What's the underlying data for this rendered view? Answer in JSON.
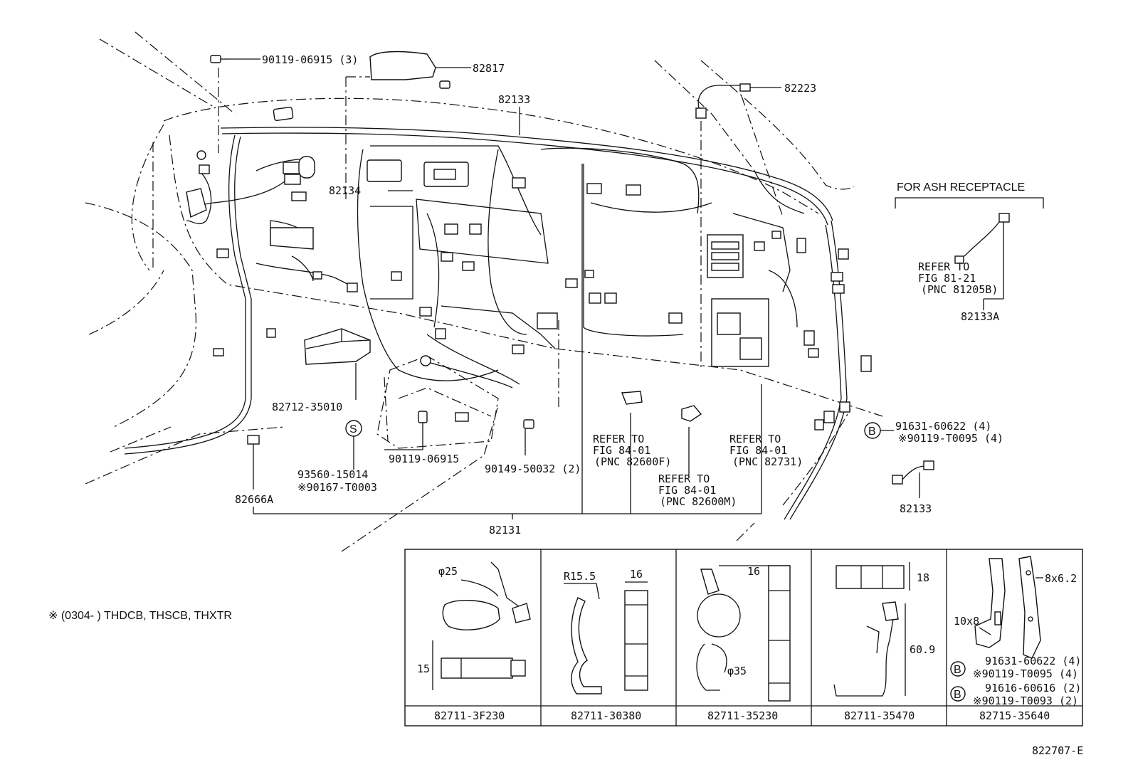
{
  "labels": {
    "p_90119_06915_3": "90119-06915 (3)",
    "p_82817": "82817",
    "p_82133_top": "82133",
    "p_82223": "82223",
    "p_82134": "82134",
    "p_82712": "82712-35010",
    "p_90119_06915": "90119-06915",
    "p_93560": "93560-15014",
    "p_90167": "※90167-T0003",
    "p_82666A": "82666A",
    "p_82131": "82131",
    "p_90149": "90149-50032 (2)",
    "refer_f_1": "REFER TO",
    "refer_f_2": "FIG 84-01",
    "refer_f_3": "(PNC 82600F)",
    "refer_m_1": "REFER TO",
    "refer_m_2": "FIG 84-01",
    "refer_m_3": "(PNC 82600M)",
    "refer_731_1": "REFER TO",
    "refer_731_2": "FIG 84-01",
    "refer_731_3": "(PNC 82731)",
    "b_91631": "91631-60622 (4)",
    "b_90119": "※90119-T0095 (4)",
    "p_82133_right": "82133",
    "ash_title": "FOR ASH RECEPTACLE",
    "ash_ref_1": "REFER TO",
    "ash_ref_2": "FIG 81-21",
    "ash_ref_3": "(PNC 81205B)",
    "p_82133A": "82133A",
    "footnote": "※ (0304-        ) THDCB, THSCB, THXTR",
    "code": "822707-E",
    "marker_s": "S",
    "marker_b": "B"
  },
  "detail_table": {
    "columns": [
      {
        "part": "82711-3F230",
        "dims": [
          "φ25",
          "15"
        ]
      },
      {
        "part": "82711-30380",
        "dims": [
          "R15.5",
          "16"
        ]
      },
      {
        "part": "82711-35230",
        "dims": [
          "16",
          "φ35"
        ]
      },
      {
        "part": "82711-35470",
        "dims": [
          "18",
          "60.9"
        ]
      },
      {
        "part": "82715-35640",
        "dims": [
          "8x6.2",
          "10x8"
        ]
      }
    ],
    "bracket_notes": [
      "91631-60622 (4)",
      "※90119-T0095 (4)",
      "91616-60616 (2)",
      "※90119-T0093 (2)"
    ]
  }
}
